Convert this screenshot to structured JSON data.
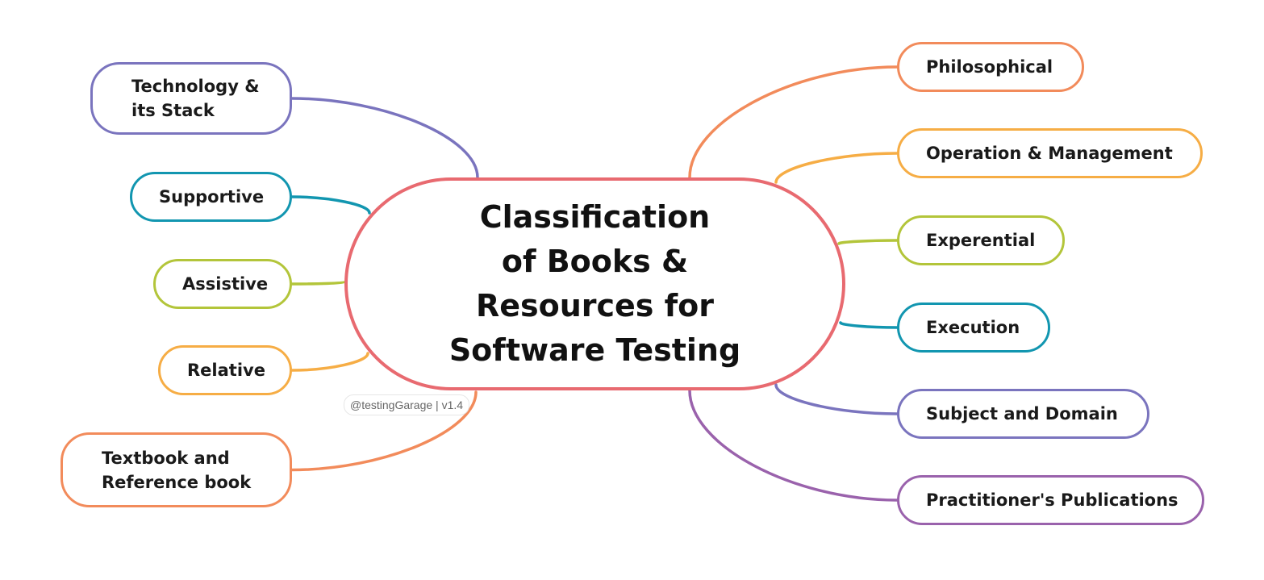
{
  "center": {
    "title": "Classification\nof  Books &\nResources for\nSoftware Testing"
  },
  "credit": "@testingGarage | v1.4",
  "colors": {
    "center": "#e86a70",
    "purple": "#7a74be",
    "teal": "#1296b0",
    "lime": "#b3c53a",
    "amber": "#f6ad45",
    "orange": "#f28b5b",
    "violet": "#9a62ac"
  },
  "left_branches": [
    {
      "id": "technology-stack",
      "label": "Technology &\nits Stack",
      "color": "#7a74be"
    },
    {
      "id": "supportive",
      "label": "Supportive",
      "color": "#1296b0"
    },
    {
      "id": "assistive",
      "label": "Assistive",
      "color": "#b3c53a"
    },
    {
      "id": "relative",
      "label": "Relative",
      "color": "#f6ad45"
    },
    {
      "id": "textbook-reference",
      "label": "Textbook and\nReference book",
      "color": "#f28b5b"
    }
  ],
  "right_branches": [
    {
      "id": "philosophical",
      "label": "Philosophical",
      "color": "#f28b5b"
    },
    {
      "id": "operation-management",
      "label": "Operation & Management",
      "color": "#f6ad45"
    },
    {
      "id": "experential",
      "label": "Experential",
      "color": "#b3c53a"
    },
    {
      "id": "execution",
      "label": "Execution",
      "color": "#1296b0"
    },
    {
      "id": "subject-domain",
      "label": "Subject and Domain",
      "color": "#7a74be"
    },
    {
      "id": "practitioners-publications",
      "label": "Practitioner's Publications",
      "color": "#9a62ac"
    }
  ]
}
